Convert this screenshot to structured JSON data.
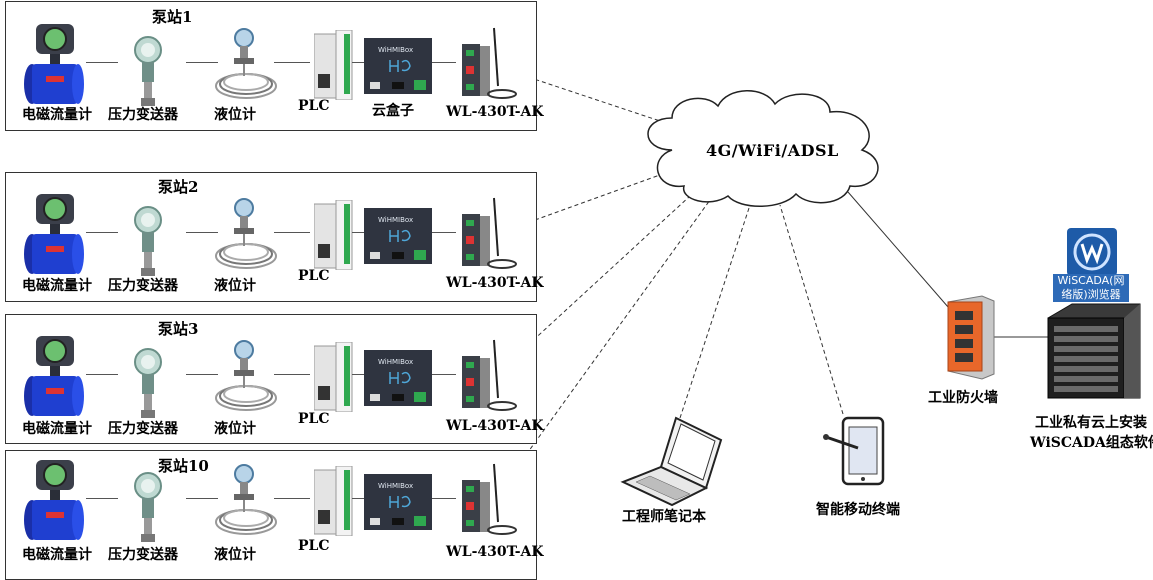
{
  "cloud": {
    "label": "4G/WiFi/ADSL"
  },
  "stations": [
    {
      "title": "泵站1",
      "labels": {
        "flowmeter": "电磁流量计",
        "pressure": "压力变送器",
        "level": "液位计",
        "plc": "PLC",
        "box": "云盒子",
        "router": "WL-430T-AK"
      }
    },
    {
      "title": "泵站2",
      "labels": {
        "flowmeter": "电磁流量计",
        "pressure": "压力变送器",
        "level": "液位计",
        "plc": "PLC",
        "box": "",
        "router": "WL-430T-AK"
      }
    },
    {
      "title": "泵站3",
      "labels": {
        "flowmeter": "电磁流量计",
        "pressure": "压力变送器",
        "level": "液位计",
        "plc": "PLC",
        "box": "",
        "router": "WL-430T-AK"
      }
    },
    {
      "title": "泵站10",
      "labels": {
        "flowmeter": "电磁流量计",
        "pressure": "压力变送器",
        "level": "液位计",
        "plc": "PLC",
        "box": "",
        "router": "WL-430T-AK"
      }
    }
  ],
  "box_brand": "WiHMIBox",
  "firewall": {
    "label": "工业防火墙"
  },
  "server": {
    "label_line1": "工业私有云上安装",
    "label_line2": "WiSCADA组态软件"
  },
  "desktop_icon": {
    "label_line1": "WiSCADA(网",
    "label_line2": "络版)浏览器"
  },
  "laptop": {
    "label": "工程师笔记本"
  },
  "tablet": {
    "label": "智能移动终端"
  },
  "colors": {
    "flowmeter_blue": "#1f3fd0",
    "firewall_orange": "#e8672a",
    "plc_green": "#2fa84f",
    "box_dark": "#2f3440",
    "router_dark": "#3a3f47"
  }
}
